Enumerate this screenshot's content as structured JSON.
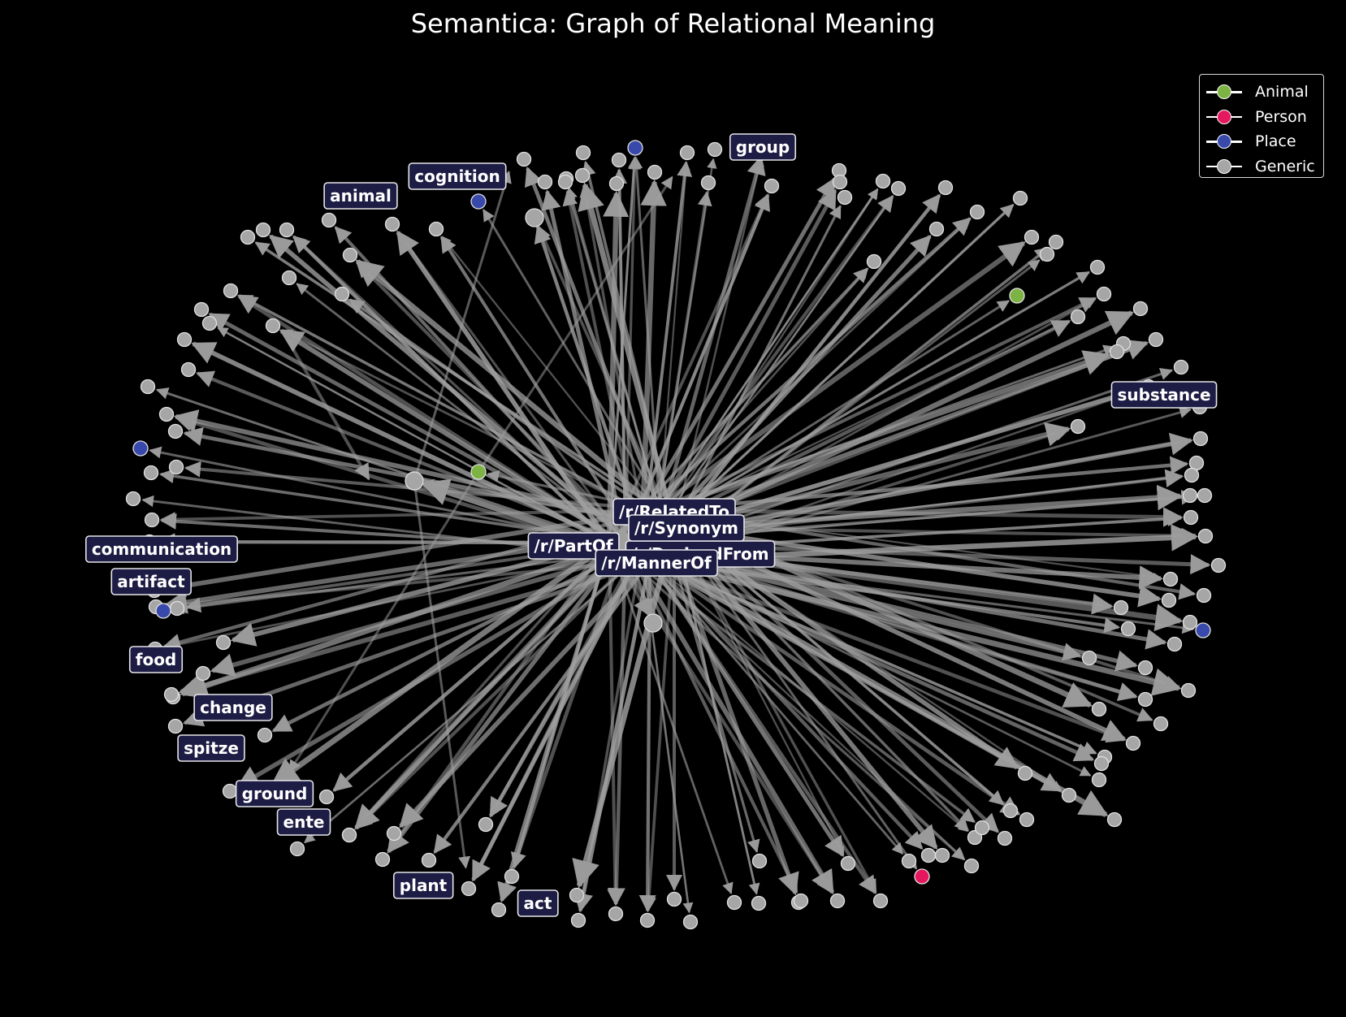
{
  "title": "Semantica: Graph of Relational Meaning",
  "legend": [
    {
      "label": "Animal",
      "color": "#7cb342"
    },
    {
      "label": "Person",
      "color": "#e5185f"
    },
    {
      "label": "Place",
      "color": "#3949ab"
    },
    {
      "label": "Generic",
      "color": "#a6a6a6"
    }
  ],
  "edge_color": "#a0a0a0",
  "hub_labels": [
    "/r/RelatedTo",
    "/r/Synonym",
    "/r/PartOf",
    "/r/DerivedFrom",
    "/r/MannerOf"
  ],
  "concept_labels": [
    "group",
    "cognition",
    "animal",
    "substance",
    "communication",
    "artifact",
    "food",
    "change",
    "spitze",
    "ground",
    "ente",
    "plant",
    "act"
  ]
}
